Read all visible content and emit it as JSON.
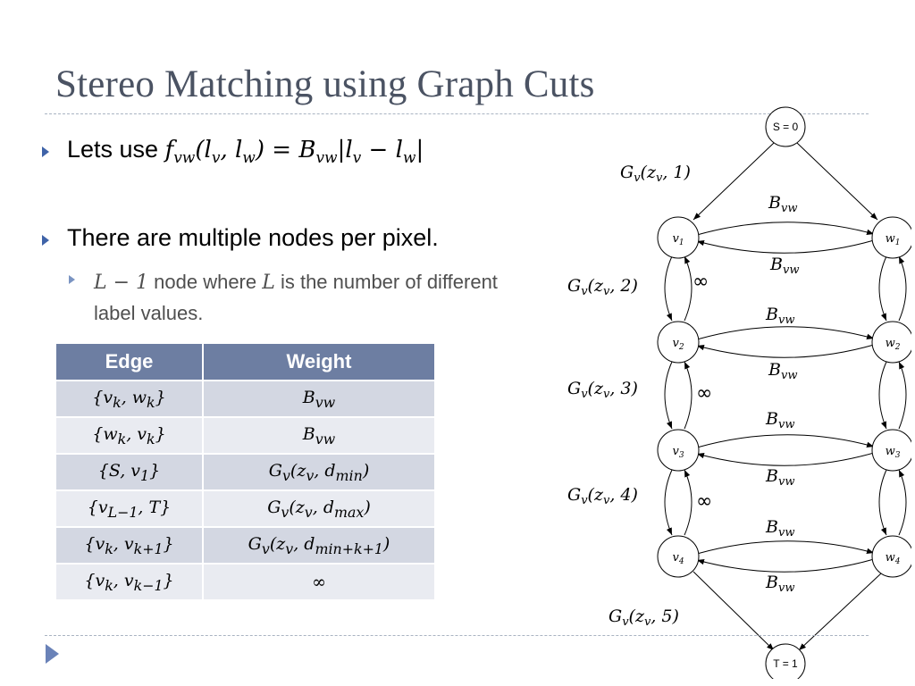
{
  "slide": {
    "title": "Stereo Matching using Graph Cuts"
  },
  "bullets": [
    {
      "text": "Lets use ",
      "formula": "f_vw(l_v, l_w) = B_vw|l_v − l_w|"
    },
    {
      "text": "There are multiple nodes per pixel."
    }
  ],
  "sub_bullet": {
    "part1": "L − 1",
    "part2": " node where ",
    "part3": "L",
    "part4": " is the number of different label values."
  },
  "table": {
    "headers": [
      "Edge",
      "Weight"
    ],
    "rows": [
      {
        "edge": "{v_k, w_k}",
        "weight": "B_vw"
      },
      {
        "edge": "{w_k, v_k}",
        "weight": "B_vw"
      },
      {
        "edge": "{S, v_1}",
        "weight": "G_v(z_v, d_min)"
      },
      {
        "edge": "{v_L−1, T}",
        "weight": "G_v(z_v, d_max)"
      },
      {
        "edge": "{v_k, v_k+1}",
        "weight": "G_v(z_v, d_min+k+1)"
      },
      {
        "edge": "{v_k, v_k−1}",
        "weight": "∞"
      }
    ]
  },
  "graph": {
    "source_label": "S = 0",
    "sink_label": "T = 1",
    "v_nodes": [
      "v1",
      "v2",
      "v3",
      "v4"
    ],
    "w_nodes": [
      "w1",
      "w2",
      "w3",
      "w4"
    ],
    "g_labels": [
      "G_v(z_v, 1)",
      "G_v(z_v, 2)",
      "G_v(z_v, 3)",
      "G_v(z_v, 4)",
      "G_v(z_v, 5)"
    ],
    "b_label": "B_vw",
    "inf_label": "∞"
  },
  "colors": {
    "title": "#4b5363",
    "bullet": "#3f63a8",
    "table_header": "#6d7ea2",
    "table_row_dark": "#d3d7e2",
    "table_row_light": "#e9ebf1"
  }
}
